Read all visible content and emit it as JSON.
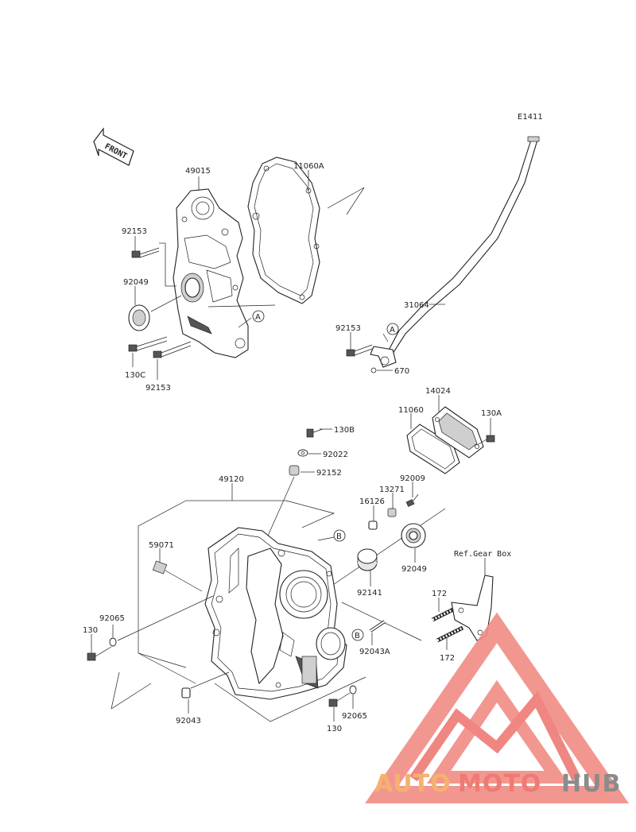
{
  "diagram_code": "E1411",
  "front_label": "FRONT",
  "ref_note": "Ref.Gear Box",
  "callouts": {
    "a": "A",
    "b": "B"
  },
  "parts": {
    "p49015": "49015",
    "p11060A": "11060A",
    "p92153_top": "92153",
    "p92049_top": "92049",
    "p130C": "130C",
    "p92153_bottom": "92153",
    "p31064": "31064",
    "p92153_right": "92153",
    "p670": "670",
    "p14024": "14024",
    "p11060": "11060",
    "p130A": "130A",
    "p130B": "130B",
    "p92022": "92022",
    "p92152": "92152",
    "p49120": "49120",
    "p92009": "92009",
    "p13271": "13271",
    "p16126": "16126",
    "p59071": "59071",
    "p92049_mid": "92049",
    "p92141": "92141",
    "p172_top": "172",
    "p172_bottom": "172",
    "p92065_left": "92065",
    "p130_left": "130",
    "p92043A": "92043A",
    "p92043": "92043",
    "p92065_bottom": "92065",
    "p130_bottom": "130"
  },
  "watermark": {
    "part1": "AUTO",
    "part2": "MOTO",
    "part3": "HUB",
    "colors": {
      "orange": "#f5b16e",
      "red": "#ef7a74",
      "gray": "#8b8b8b",
      "triangle": "#f08c85"
    }
  }
}
